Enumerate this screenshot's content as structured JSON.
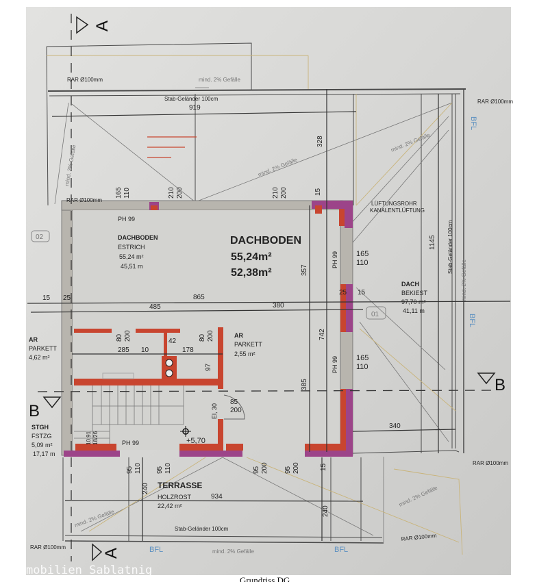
{
  "caption": "Grundriss DG",
  "watermark": "mobilien Sablatnig",
  "section_markers": {
    "a_top": "A",
    "a_bottom": "A",
    "b_left": "B",
    "b_right": "B"
  },
  "rooms": {
    "dachboden_small": {
      "name": "DACHBODEN",
      "floor": "ESTRICH",
      "area": "55,24 m²",
      "perimeter": "45,51 m"
    },
    "dachboden_big": {
      "name": "DACHBODEN",
      "area1": "55,24m²",
      "area2": "52,38m²"
    },
    "ar_left": {
      "name": "AR",
      "floor": "PARKETT",
      "area": "4,62  m²"
    },
    "ar_mid": {
      "name": "AR",
      "floor": "PARKETT",
      "area": "2,55  m²"
    },
    "stgh": {
      "name": "STGH",
      "floor": "FSTZG",
      "area": "5,09  m²",
      "perimeter": "17,17 m"
    },
    "dach": {
      "name": "DACH",
      "floor": "BEKIEST",
      "area": "97,70 m²",
      "perimeter": "41,11 m"
    },
    "terrasse": {
      "name": "TERRASSE",
      "floor": "HOLZROST",
      "area": "22,42 m²"
    }
  },
  "annotations": {
    "rar": "RAR Ø100mm",
    "rar_alt": "RAR  Ø100mm",
    "gefaelle": "mind. 2% Gefälle",
    "gelaender": "Stab-Geländer 100cm",
    "bfl": "BFL",
    "lueftung1": "LÜFTUNGSROHR",
    "lueftung2": "KANALENTLÜFTUNG",
    "ph99": "PH 99",
    "elevation": "+5,70",
    "el30": "El, 30",
    "stair": "10.91",
    "stair2": "18/26",
    "axis_02": "02",
    "axis_01": "01"
  },
  "dims": {
    "d919": "919",
    "d865": "865",
    "d485": "485",
    "d380": "380",
    "d15": "15",
    "d25": "25",
    "d285": "285",
    "d10": "10",
    "d42": "42",
    "d178": "178",
    "d340": "340",
    "d934": "934",
    "d165": "165",
    "d110": "110",
    "d85": "85",
    "d200": "200",
    "d210": "210",
    "d328": "328",
    "d357": "357",
    "d742": "742",
    "d385": "385",
    "d1145": "1145",
    "d80": "80",
    "d97": "97",
    "d95": "95",
    "d240": "240"
  }
}
